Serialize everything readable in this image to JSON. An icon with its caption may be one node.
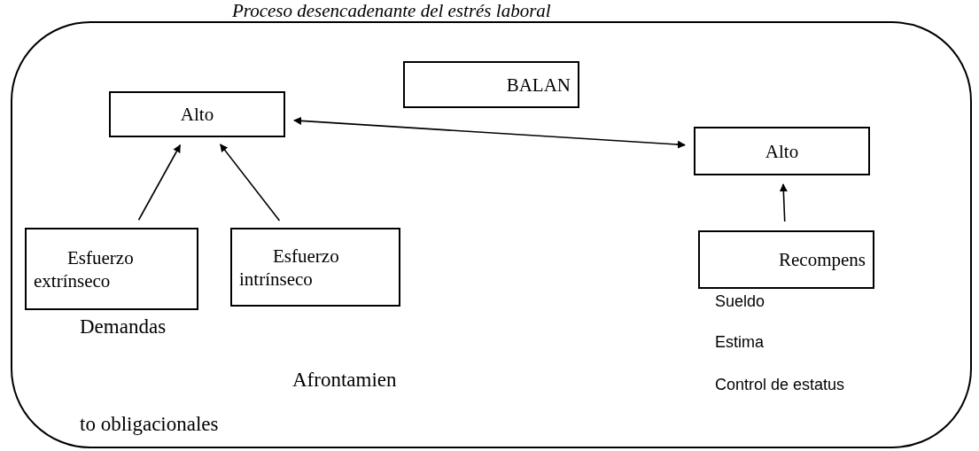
{
  "diagram": {
    "title": "Proceso desencadenante del estrés laboral",
    "nodes": [
      {
        "text": [],
        "shape": "box"
      },
      {
        "text": [
          "BALAN"
        ],
        "in": 0
      },
      {
        "text": [
          "Alto"
        ],
        "in": 0
      },
      {
        "text": [
          "Esfuerzo extrínseco"
        ],
        "in": 0
      },
      {
        "text": [
          "Esfuerzo intrínseco"
        ],
        "in": 0
      },
      {
        "text": [
          "Alto"
        ],
        "in": 0
      },
      {
        "text": [
          "Recompens"
        ],
        "in": 0
      }
    ],
    "edges": [
      {
        "from": 2,
        "to": 5,
        "arrow": "both"
      },
      {
        "from": 3,
        "to": 2,
        "arrow": "to"
      },
      {
        "from": 4,
        "to": 2,
        "arrow": "to"
      },
      {
        "from": 6,
        "to": 5,
        "arrow": "to"
      }
    ],
    "labels": [
      "Demandas",
      "Afrontamien",
      "to obligacionales",
      "Sueldo",
      "Estima",
      "Control de estatus"
    ]
  }
}
